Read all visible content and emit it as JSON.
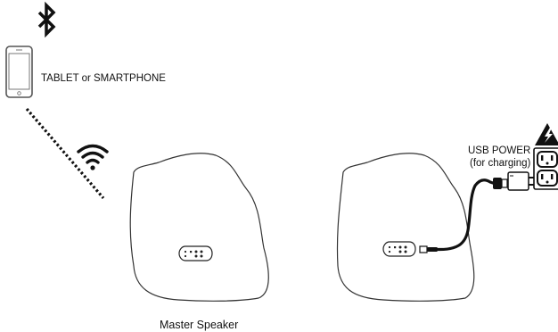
{
  "diagram": {
    "device": {
      "label": "TABLET or SMARTPHONE",
      "icon": "smartphone-icon"
    },
    "bluetooth": {
      "icon": "bluetooth-icon"
    },
    "wireless": {
      "icon": "wifi-icon"
    },
    "master_speaker": {
      "label": "Master Speaker"
    },
    "second_speaker": {
      "label": ""
    },
    "power": {
      "label_line1": "USB POWER",
      "label_line2": "(for charging)",
      "icons": [
        "usb-cable-icon",
        "usb-adapter-icon",
        "wall-outlet-icon",
        "high-voltage-warning-icon"
      ]
    },
    "colors": {
      "stroke": "#1a1a1a",
      "background": "#ffffff"
    }
  }
}
